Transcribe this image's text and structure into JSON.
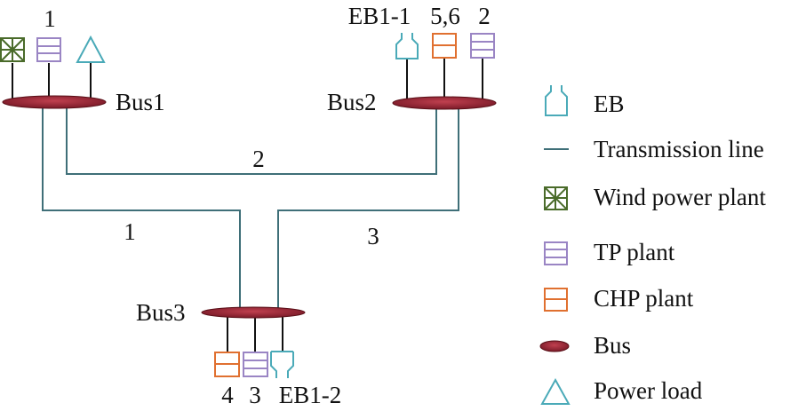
{
  "buses": {
    "bus1": {
      "label": "Bus1",
      "gen_number": "1"
    },
    "bus2": {
      "label": "Bus2",
      "eb_label": "EB1-1",
      "chp_label": "5,6",
      "tp_label": "2"
    },
    "bus3": {
      "label": "Bus3",
      "chp_label": "4",
      "tp_label": "3",
      "eb_label": "EB1-2"
    }
  },
  "lines": {
    "line1": "1",
    "line2": "2",
    "line3": "3"
  },
  "legend": [
    {
      "key": "eb",
      "label": "EB",
      "icon": "eb-icon"
    },
    {
      "key": "line",
      "label": "Transmission line",
      "icon": "line-icon"
    },
    {
      "key": "wind",
      "label": "Wind power plant",
      "icon": "wind-icon"
    },
    {
      "key": "tp",
      "label": "TP plant",
      "icon": "tp-icon"
    },
    {
      "key": "chp",
      "label": "CHP plant",
      "icon": "chp-icon"
    },
    {
      "key": "bus",
      "label": "Bus",
      "icon": "bus-icon"
    },
    {
      "key": "load",
      "label": "Power load",
      "icon": "load-icon"
    }
  ],
  "colors": {
    "line": "#3f6f78",
    "bus_fill": "#a52a3c",
    "wind": "#4a6b2a",
    "tp": "#9a85c4",
    "chp": "#e07030",
    "eb": "#4aaab8",
    "load": "#4aaab8"
  }
}
